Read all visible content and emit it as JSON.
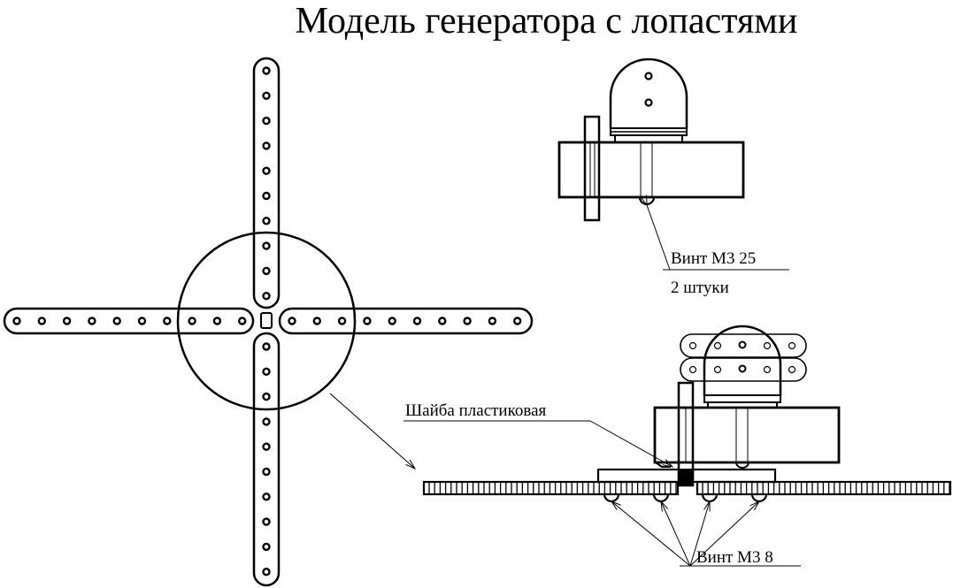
{
  "title": "Модель генератора с лопастями",
  "labels": {
    "screw_top_line1": "Винт М3 25",
    "screw_top_line2": "2 штуки",
    "washer": "Шайба пластиковая",
    "screw_bottom": "Винт М3 8"
  },
  "colors": {
    "ink": "#000000",
    "paper": "#ffffff"
  }
}
